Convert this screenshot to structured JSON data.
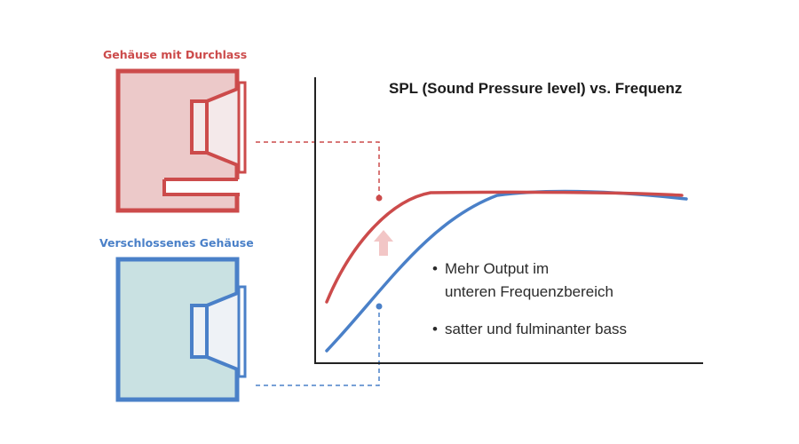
{
  "colors": {
    "ported": "#cc4b4b",
    "sealed": "#4a80c8",
    "ported_fill": "#ecc9c9",
    "sealed_fill": "#c9e1e2",
    "driver_fill": "#f4e9ea",
    "axis": "#222222",
    "arrow": "#f2c6c6"
  },
  "enclosures": {
    "ported_label": "Gehäuse mit Durchlass",
    "sealed_label": "Verschlossenes Gehäuse"
  },
  "chart": {
    "title": "SPL (Sound Pressure level) vs. Frequenz"
  },
  "bullets": {
    "item1_line1": "Mehr Output im",
    "item1_line2": "unteren Frequenzbereich",
    "item2": "satter und fulminanter bass",
    "marker": "•"
  },
  "chart_data": {
    "type": "line",
    "title": "SPL (Sound Pressure level) vs. Frequenz",
    "xlabel": "",
    "ylabel": "",
    "series": [
      {
        "name": "Gehäuse mit Durchlass",
        "color": "#cc4b4b"
      },
      {
        "name": "Verschlossenes Gehäuse",
        "color": "#4a80c8"
      }
    ],
    "grid": false,
    "legend": "none"
  }
}
